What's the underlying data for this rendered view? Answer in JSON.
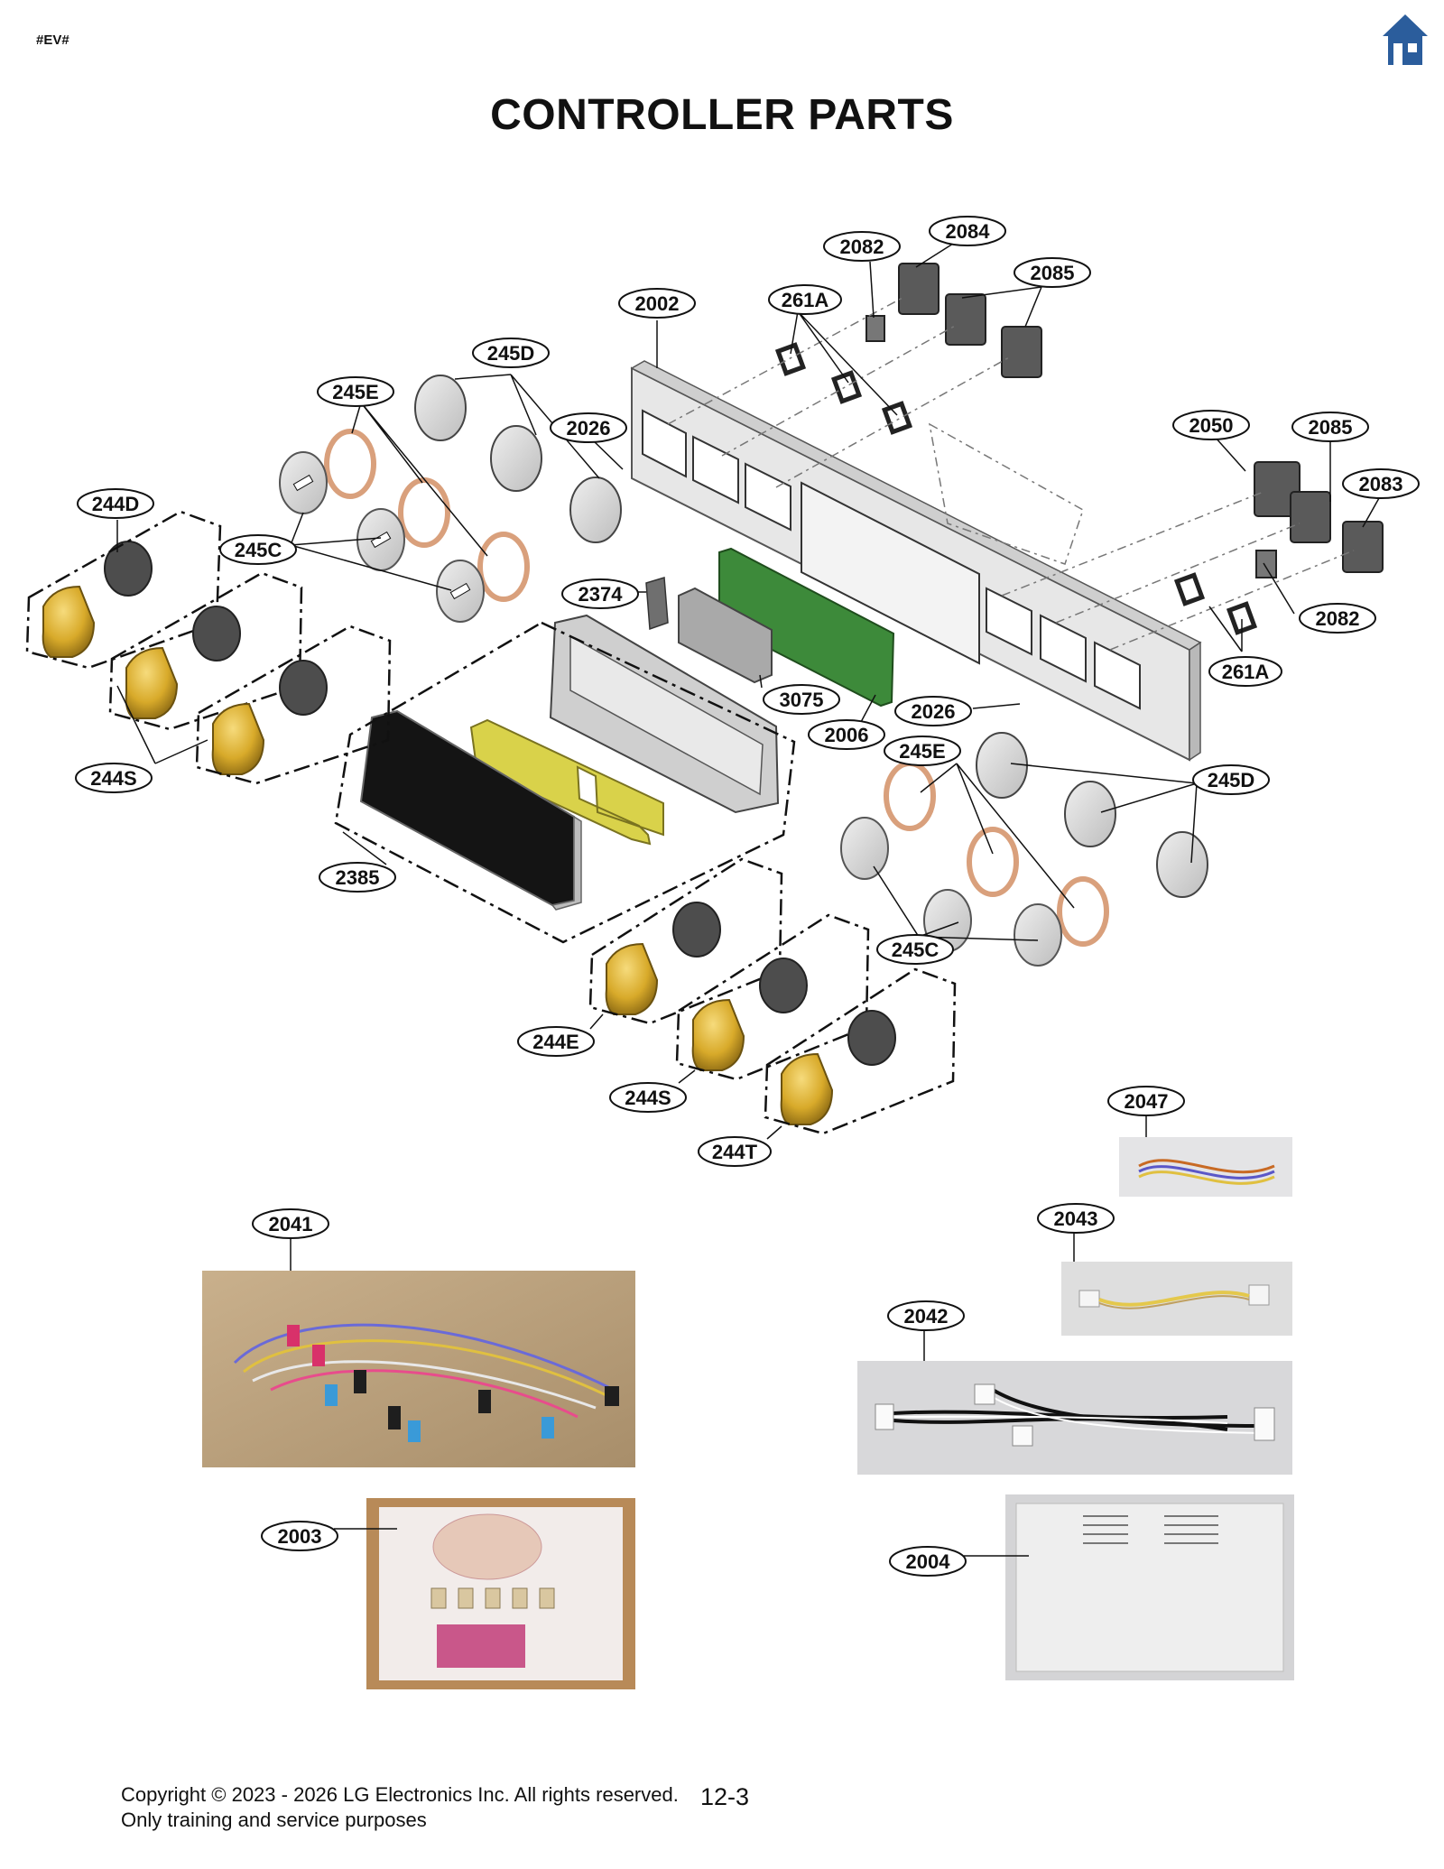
{
  "header": {
    "tag": "#EV#",
    "home_icon": "home-icon"
  },
  "title": "CONTROLLER PARTS",
  "callouts": {
    "c2084": "2084",
    "c2082a": "2082",
    "c2085a": "2085",
    "c2002": "2002",
    "c261Aa": "261A",
    "c245Da": "245D",
    "c245Ea": "245E",
    "c2026a": "2026",
    "c2050": "2050",
    "c2085b": "2085",
    "c2083": "2083",
    "c244D": "244D",
    "c245Ca": "245C",
    "c2374": "2374",
    "c2082b": "2082",
    "c261Ab": "261A",
    "c3075": "3075",
    "c2026b": "2026",
    "c2006": "2006",
    "c245Eb": "245E",
    "c245Db": "245D",
    "c244Sa": "244S",
    "c2385": "2385",
    "c245Cb": "245C",
    "c244E": "244E",
    "c244Sb": "244S",
    "c244T": "244T",
    "c2047": "2047",
    "c2041": "2041",
    "c2043": "2043",
    "c2042": "2042",
    "c2003": "2003",
    "c2004": "2004"
  },
  "colors": {
    "knob_gold": "#d8aa2a",
    "pcb_green": "#3d8a3a",
    "flex_yellow": "#d9d24a",
    "display_black": "#111111",
    "ring_copper": "#d9a07c"
  },
  "footer": {
    "copyright": "Copyright © 2023 - 2026 LG Electronics Inc. All rights reserved.",
    "purpose": "Only training and service purposes",
    "page": "12-3"
  }
}
